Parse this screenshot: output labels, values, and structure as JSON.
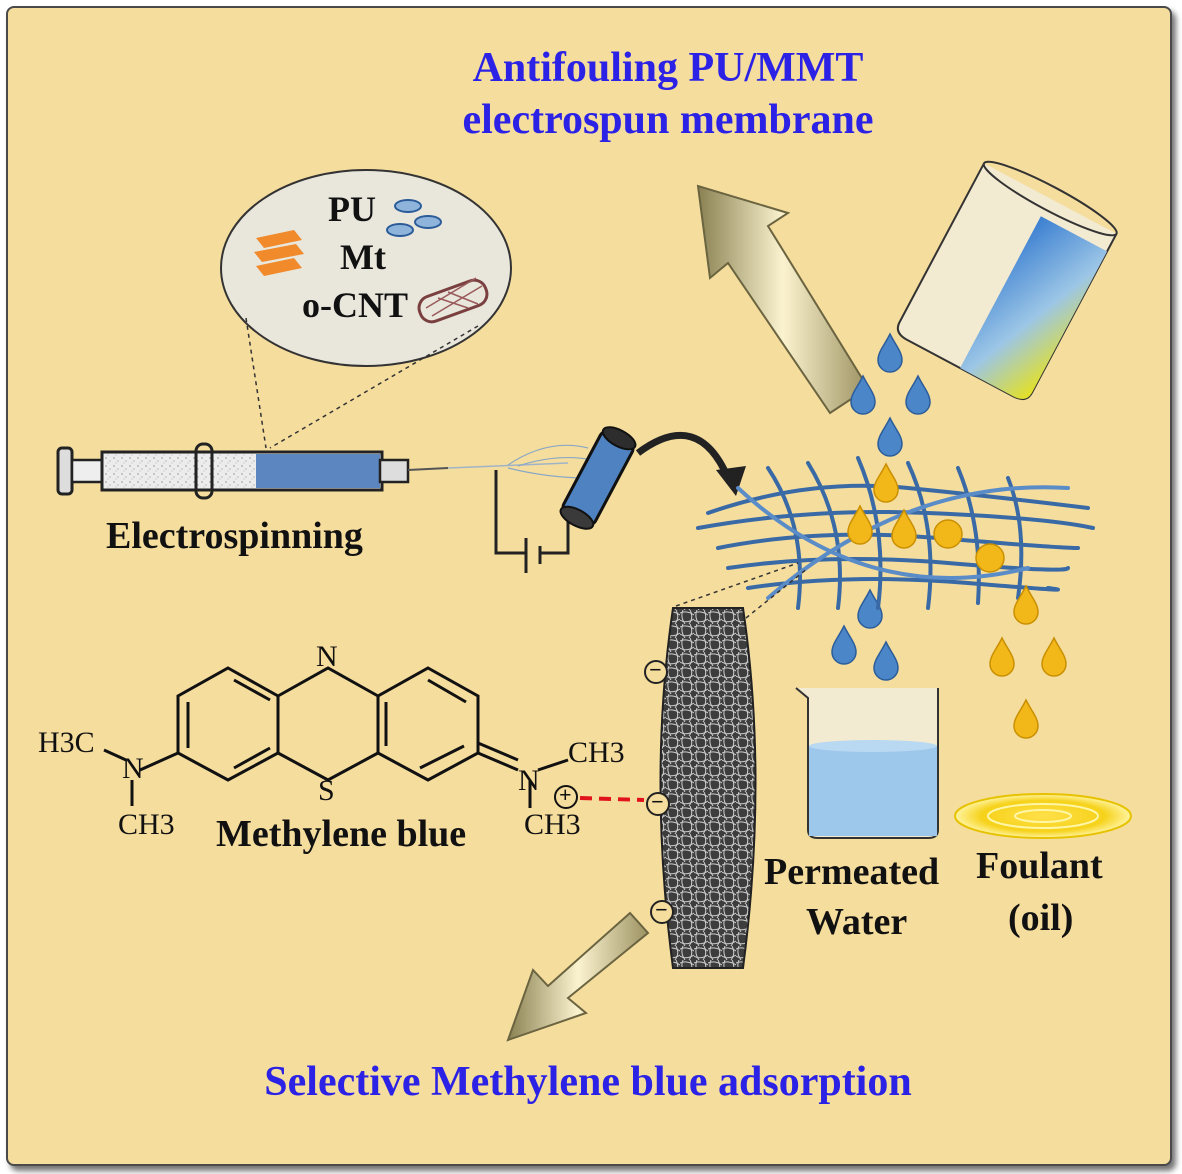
{
  "titles": {
    "top_line1": "Antifouling PU/MMT",
    "top_line2": "electrospun membrane",
    "bottom": "Selective Methylene blue adsorption"
  },
  "inset": {
    "pu": "PU",
    "mt": "Mt",
    "ocnt": "o-CNT"
  },
  "labels": {
    "electrospinning": "Electrospinning",
    "methylene_blue": "Methylene blue",
    "permeated_line1": "Permeated",
    "permeated_line2": "Water",
    "foulant_line1": "Foulant",
    "foulant_line2": "(oil)"
  },
  "molecule": {
    "n_top": "N",
    "s": "S",
    "n_left": "N",
    "h3c": "H3C",
    "ch3_left": "CH3",
    "n_right": "N",
    "ch3_right_top": "CH3",
    "ch3_right_bottom": "CH3",
    "plus": "+",
    "minus": "−"
  },
  "colors": {
    "background": "#f5dd9e",
    "title_blue": "#2b22e6",
    "water_blue": "#4a86c8",
    "oil_gold": "#f2b81a"
  }
}
